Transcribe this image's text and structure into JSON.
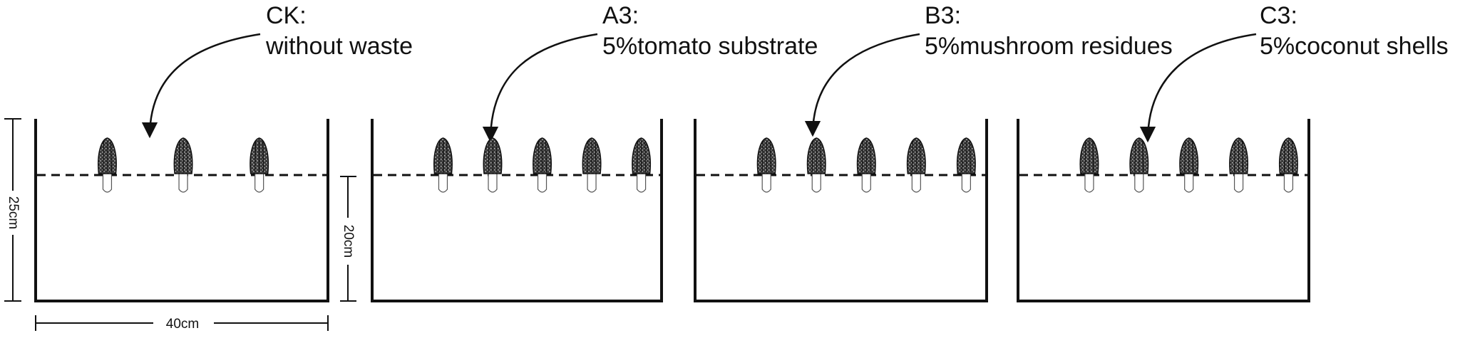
{
  "treatments": [
    {
      "code": "CK:",
      "desc": "without waste",
      "mushrooms": 3
    },
    {
      "code": "A3:",
      "desc": "5%tomato substrate",
      "mushrooms": 5
    },
    {
      "code": "B3:",
      "desc": "5%mushroom residues",
      "mushrooms": 5
    },
    {
      "code": "C3:",
      "desc": "5%coconut shells",
      "mushrooms": 5
    }
  ],
  "dimensions": {
    "height_total": "25cm",
    "soil_depth": "20cm",
    "width": "40cm"
  },
  "colors": {
    "line": "#111111",
    "mushroom_cap": "#3a3a3a",
    "mushroom_stem": "#ffffff"
  }
}
